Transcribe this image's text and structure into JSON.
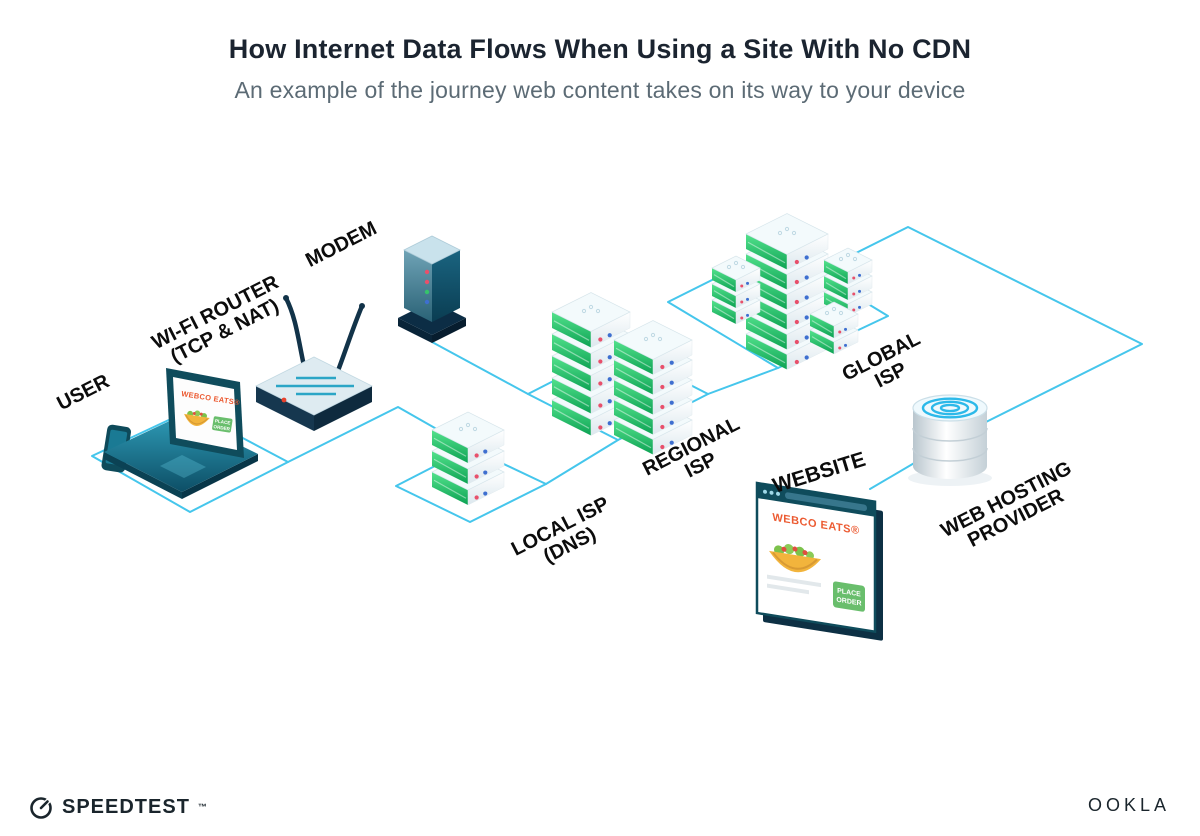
{
  "header": {
    "title": "How Internet Data Flows When Using a Site With No CDN",
    "subtitle": "An example of the journey web content takes on its way to your device"
  },
  "labels": {
    "user": "USER",
    "wifi_router_line1": "WI-FI ROUTER",
    "wifi_router_line2": "(TCP & NAT)",
    "modem": "MODEM",
    "local_isp_line1": "LOCAL ISP",
    "local_isp_line2": "(DNS)",
    "regional_isp_line1": "REGIONAL",
    "regional_isp_line2": "ISP",
    "global_isp_line1": "GLOBAL",
    "global_isp_line2": "ISP",
    "website": "WEBSITE",
    "web_hosting_line1": "WEB HOSTING",
    "web_hosting_line2": "PROVIDER"
  },
  "laptop_screen": {
    "brand": "WEBCO EATS®",
    "cta_line1": "PLACE",
    "cta_line2": "ORDER"
  },
  "browser_screen": {
    "brand": "WEBCO EATS®",
    "cta_line1": "PLACE",
    "cta_line2": "ORDER"
  },
  "footer": {
    "speedtest": "SPEEDTEST",
    "trademark": "™",
    "ookla": "OOKLA"
  },
  "colors": {
    "line_blue": "#45C6EC",
    "server_green": "#2FD074",
    "device_teal": "#0F4C5C",
    "brand_orange": "#EC5B32",
    "button_green": "#69BE6C"
  }
}
